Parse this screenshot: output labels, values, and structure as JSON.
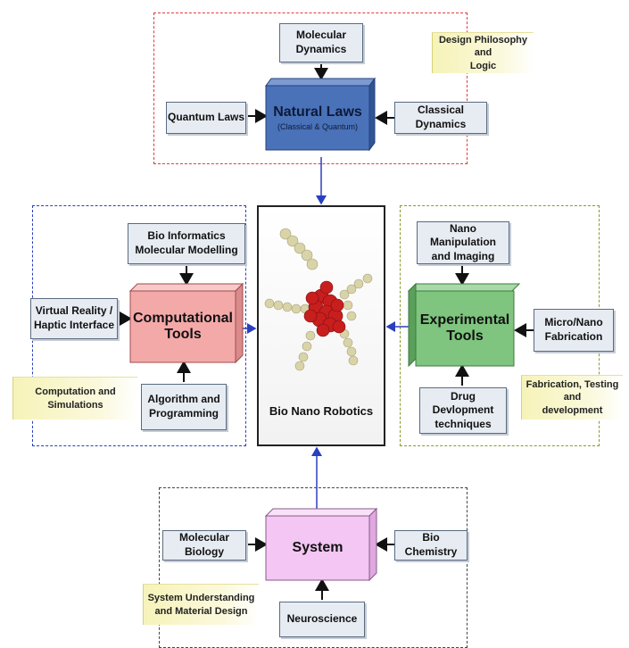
{
  "center": {
    "label": "Bio Nano Robotics"
  },
  "natural_laws": {
    "cube": {
      "title": "Natural Laws",
      "subtitle": "(Classical & Quantum)",
      "color": "#4a72b8"
    },
    "inputs": {
      "top": "Molecular\nDynamics",
      "left": "Quantum Laws",
      "right": "Classical Dynamics"
    },
    "note": "Design Philosophy and\nLogic",
    "border_color": "#e23b3b"
  },
  "computational": {
    "cube": {
      "title": "Computational\nTools",
      "color": "#f4a9a9"
    },
    "inputs": {
      "top": "Bio Informatics\nMolecular Modelling",
      "left": "Virtual Reality /\nHaptic Interface",
      "bottom": "Algorithm and\nProgramming"
    },
    "note": "Computation and\nSimulations",
    "border_color": "#2a3fbf"
  },
  "experimental": {
    "cube": {
      "title": "Experimental\nTools",
      "color": "#7fc47f"
    },
    "inputs": {
      "top": "Nano Manipulation\nand Imaging",
      "right": "Micro/Nano\nFabrication",
      "bottom": "Drug Devlopment\ntechniques"
    },
    "note": "Fabrication, Testing and\ndevelopment",
    "border_color": "#8a9a2a"
  },
  "system": {
    "cube": {
      "title": "System",
      "color": "#f3c6f3"
    },
    "inputs": {
      "left": "Molecular Biology",
      "right": "Bio Chemistry",
      "bottom": "Neuroscience"
    },
    "note": "System Understanding\nand Material Design",
    "border_color": "#444444"
  }
}
